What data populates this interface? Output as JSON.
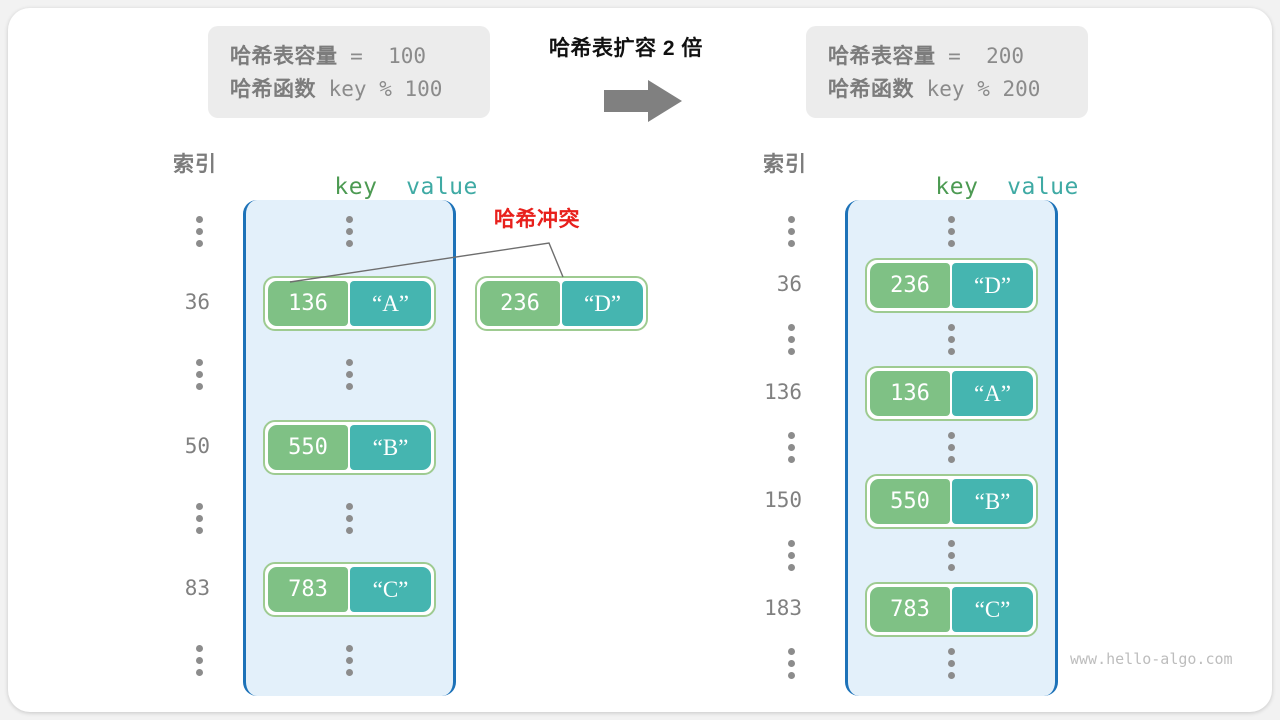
{
  "diagram": {
    "title": "哈希表扩容 2 倍",
    "watermark": "www.hello-algo.com",
    "collision_label": "哈希冲突",
    "arrow_icon": "right-arrow-icon"
  },
  "left_info": {
    "capacity_label": "哈希表容量",
    "capacity_value": " =  100",
    "hash_label": "哈希函数",
    "hash_value": " key % 100"
  },
  "right_info": {
    "capacity_label": "哈希表容量",
    "capacity_value": " =  200",
    "hash_label": "哈希函数",
    "hash_value": " key % 200"
  },
  "left_table": {
    "header_index": "索引",
    "header_key": "key",
    "header_value": "value",
    "rows": [
      {
        "index": "",
        "type": "dots"
      },
      {
        "index": "36",
        "type": "entry",
        "key": "136",
        "value": "“A”"
      },
      {
        "index": "",
        "type": "dots"
      },
      {
        "index": "50",
        "type": "entry",
        "key": "550",
        "value": "“B”"
      },
      {
        "index": "",
        "type": "dots"
      },
      {
        "index": "83",
        "type": "entry",
        "key": "783",
        "value": "“C”"
      },
      {
        "index": "",
        "type": "dots"
      }
    ]
  },
  "right_table": {
    "header_index": "索引",
    "header_key": "key",
    "header_value": "value",
    "rows": [
      {
        "index": "",
        "type": "dots"
      },
      {
        "index": "36",
        "type": "entry",
        "key": "236",
        "value": "“D”"
      },
      {
        "index": "",
        "type": "dots"
      },
      {
        "index": "136",
        "type": "entry",
        "key": "136",
        "value": "“A”"
      },
      {
        "index": "",
        "type": "dots"
      },
      {
        "index": "150",
        "type": "entry",
        "key": "550",
        "value": "“B”"
      },
      {
        "index": "",
        "type": "dots"
      },
      {
        "index": "183",
        "type": "entry",
        "key": "783",
        "value": "“C”"
      },
      {
        "index": "",
        "type": "dots"
      }
    ]
  },
  "floating_entry": {
    "key": "236",
    "value": "“D”"
  },
  "colors": {
    "key_cell": "#7fc185",
    "value_cell": "#45b5b0",
    "bucket_fill": "#e3f0fa",
    "bucket_border": "#1d72b8",
    "collision": "#e8201c",
    "infobox": "#ececec"
  }
}
